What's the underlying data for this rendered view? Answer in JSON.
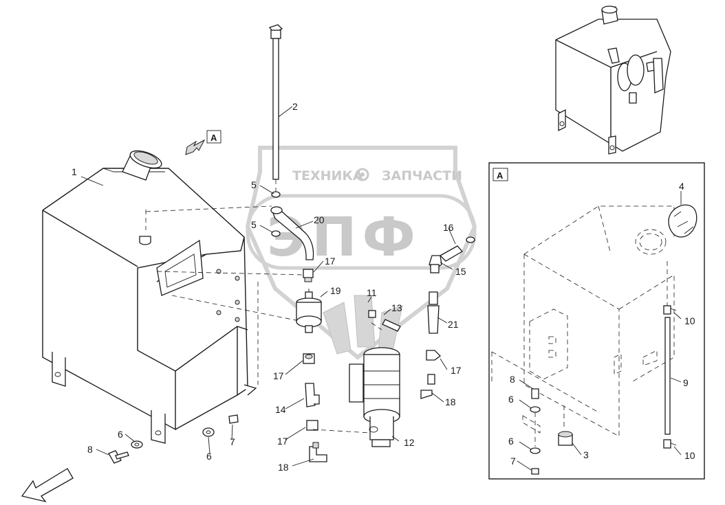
{
  "watermark": {
    "brand_left": "ТЕХНИКА",
    "brand_right": "ЗАПЧАСТИ",
    "logo_text": "ЭПФ",
    "color": "#b8b8b8"
  },
  "view_marker": "A",
  "detail_box_label": "A",
  "callouts": [
    "1",
    "2",
    "5",
    "5",
    "20",
    "16",
    "17",
    "15",
    "19",
    "11",
    "13",
    "21",
    "17",
    "17",
    "14",
    "18",
    "17",
    "18",
    "12",
    "6",
    "7",
    "8",
    "6",
    "4",
    "10",
    "9",
    "8",
    "6",
    "6",
    "7",
    "3",
    "10"
  ],
  "icons": [
    "arrow-view-icon",
    "direction-arrow-icon",
    "gear-icon"
  ]
}
